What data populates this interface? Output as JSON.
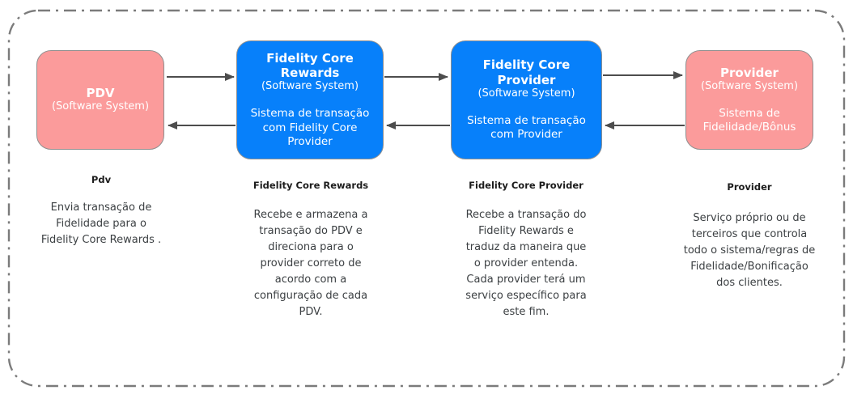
{
  "colors": {
    "canvas-bg": "#ffffff",
    "pink": "#fb9b9b",
    "blue": "#0780fa",
    "box-border": "#8f8f8f",
    "box-text": "#ffffff",
    "arrow": "#4d4d4d",
    "boundary": "#7b7b7b",
    "label": "#1c1c1c",
    "desc": "#3c4043"
  },
  "systems": [
    {
      "box_title": "PDV",
      "box_subtitle": "(Software System)",
      "box_body": "",
      "label": "Pdv",
      "description": "Envia transação de\nFidelidade para o\nFidelity Core Rewards ."
    },
    {
      "box_title": "Fidelity Core\nRewards",
      "box_subtitle": "(Software System)",
      "box_body": "Sistema de transação\ncom Fidelity Core\nProvider",
      "label": "Fidelity Core Rewards",
      "description": "Recebe e armazena a\ntransação do PDV e\ndireciona para o\nprovider correto de\nacordo com a\nconfiguração de cada\nPDV."
    },
    {
      "box_title": "Fidelity Core\nProvider",
      "box_subtitle": "(Software System)",
      "box_body": "Sistema de transação\ncom Provider",
      "label": "Fidelity Core Provider",
      "description": "Recebe a transação do\nFidelity Rewards e\ntraduz da maneira que\no provider entenda.\nCada provider terá um\nserviço específico para\neste fim."
    },
    {
      "box_title": "Provider",
      "box_subtitle": "(Software System)",
      "box_body": "Sistema de\nFidelidade/Bônus",
      "label": "Provider",
      "description": "Serviço próprio ou de\nterceiros que controla\ntodo o sistema/regras de\nFidelidade/Bonificação\ndos clientes."
    }
  ]
}
